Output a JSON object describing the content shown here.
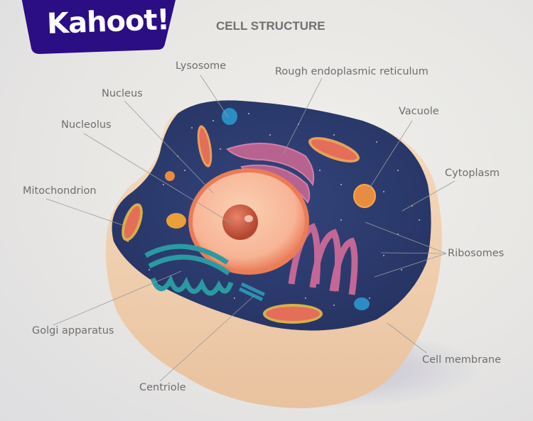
{
  "brand": {
    "logo_text": "Kahoot!",
    "color": "#2b0e84"
  },
  "header": {
    "title": "CELL STRUCTURE"
  },
  "colors": {
    "cytoplasm": "#2e3d72",
    "membrane": "#f0cfae",
    "nucleus": "#f19a76",
    "nucleolus": "#c9533e",
    "golgi": "#2a9aa2",
    "er": "#b8628f",
    "mitochondrion": "#e87d5e",
    "label": "#6e6e6e"
  },
  "labels": {
    "lysosome": "Lysosome",
    "rough_er": "Rough endoplasmic reticulum",
    "nucleus": "Nucleus",
    "nucleolus": "Nucleolus",
    "vacuole": "Vacuole",
    "mitochondrion": "Mitochondrion",
    "cytoplasm": "Cytoplasm",
    "ribosomes": "Ribosomes",
    "golgi": "Golgi apparatus",
    "cell_membrane": "Cell membrane",
    "centriole": "Centriole"
  }
}
